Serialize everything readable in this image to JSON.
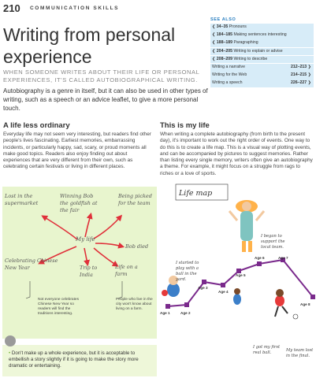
{
  "header": {
    "page_number": "210",
    "section": "COMMUNICATION SKILLS"
  },
  "title": "Writing from personal experience",
  "subtitle": "WHEN SOMEONE WRITES ABOUT THEIR LIFE OR PERSONAL EXPERIENCES, IT'S CALLED AUTOBIOGRAPHICAL WRITING.",
  "intro": "Autobiography is a genre in itself, but it can also be used in other types of writing, such as a speech or an advice leaflet, to give a more personal touch.",
  "see_also": {
    "heading": "SEE ALSO",
    "internal": [
      {
        "pages": "34–35",
        "label": "Pronouns"
      },
      {
        "pages": "184–185",
        "label": "Making sentences interesting"
      },
      {
        "pages": "188–189",
        "label": "Paragraphing"
      },
      {
        "pages": "204–205",
        "label": "Writing to explain or advise"
      },
      {
        "pages": "208–209",
        "label": "Writing to describe"
      }
    ],
    "external": [
      {
        "label": "Writing a narrative",
        "pages": "212–213"
      },
      {
        "label": "Writing for the Web",
        "pages": "214–215"
      },
      {
        "label": "Writing a speech",
        "pages": "226–227"
      }
    ]
  },
  "left_section": {
    "heading": "A life less ordinary",
    "body": "Everyday life may not seem very interesting, but readers find other people's lives fascinating. Earliest memories, embarrassing incidents, or particularly happy, sad, scary, or proud moments all make good topics. Readers also enjoy finding out about experiences that are very different from their own, such as celebrating certain festivals or living in different places."
  },
  "right_section": {
    "heading": "This is my life",
    "body": "When writing a complete autobiography (from birth to the present day), it's important to work out the right order of events. One way to do this is to create a life map. This is a visual way of plotting events, and can be accompanied by pictures to suggest memories. Rather than listing every single memory, writers often give an autobiography a theme. For example, it might focus on a struggle from rags to riches or a love of sports."
  },
  "mind_map": {
    "center": "My life",
    "nodes": {
      "supermarket": "Lost in the supermarket",
      "goldfish": "Winning Bob the goldfish at the fair",
      "picked": "Being picked for the team",
      "bob_died": "Bob died",
      "chinese_new_year": "Celebrating Chinese New Year",
      "india": "Trip to India",
      "farm": "Life on a farm"
    },
    "notes": {
      "left": "Not everyone celebrates Chinese New Year so readers will find the traditions interesting.",
      "right": "People who live in the city won't know about living on a farm."
    }
  },
  "tip": {
    "bullet": "•",
    "text": "Don't make up a whole experience, but it is acceptable to embellish a story slightly if it is going to make the story more dramatic or entertaining."
  },
  "life_map": {
    "title": "Life map",
    "ages": [
      "Age 1",
      "Age 2",
      "Age 3",
      "Age 4",
      "Age 5",
      "Age 6",
      "Age 7",
      "Age 8"
    ],
    "notes": {
      "support": "I began to support the local team.",
      "started": "I started to play with a ball in the yard.",
      "first_ball": "I got my first real ball.",
      "final": "My team lost in the final."
    }
  },
  "colors": {
    "accent": "#2a7fc1",
    "see_also_bg": "#d7ecf8",
    "mindmap_bg": "#e8f5ce",
    "arrow": "#e0303a",
    "timeline": "#7a2a8c"
  }
}
